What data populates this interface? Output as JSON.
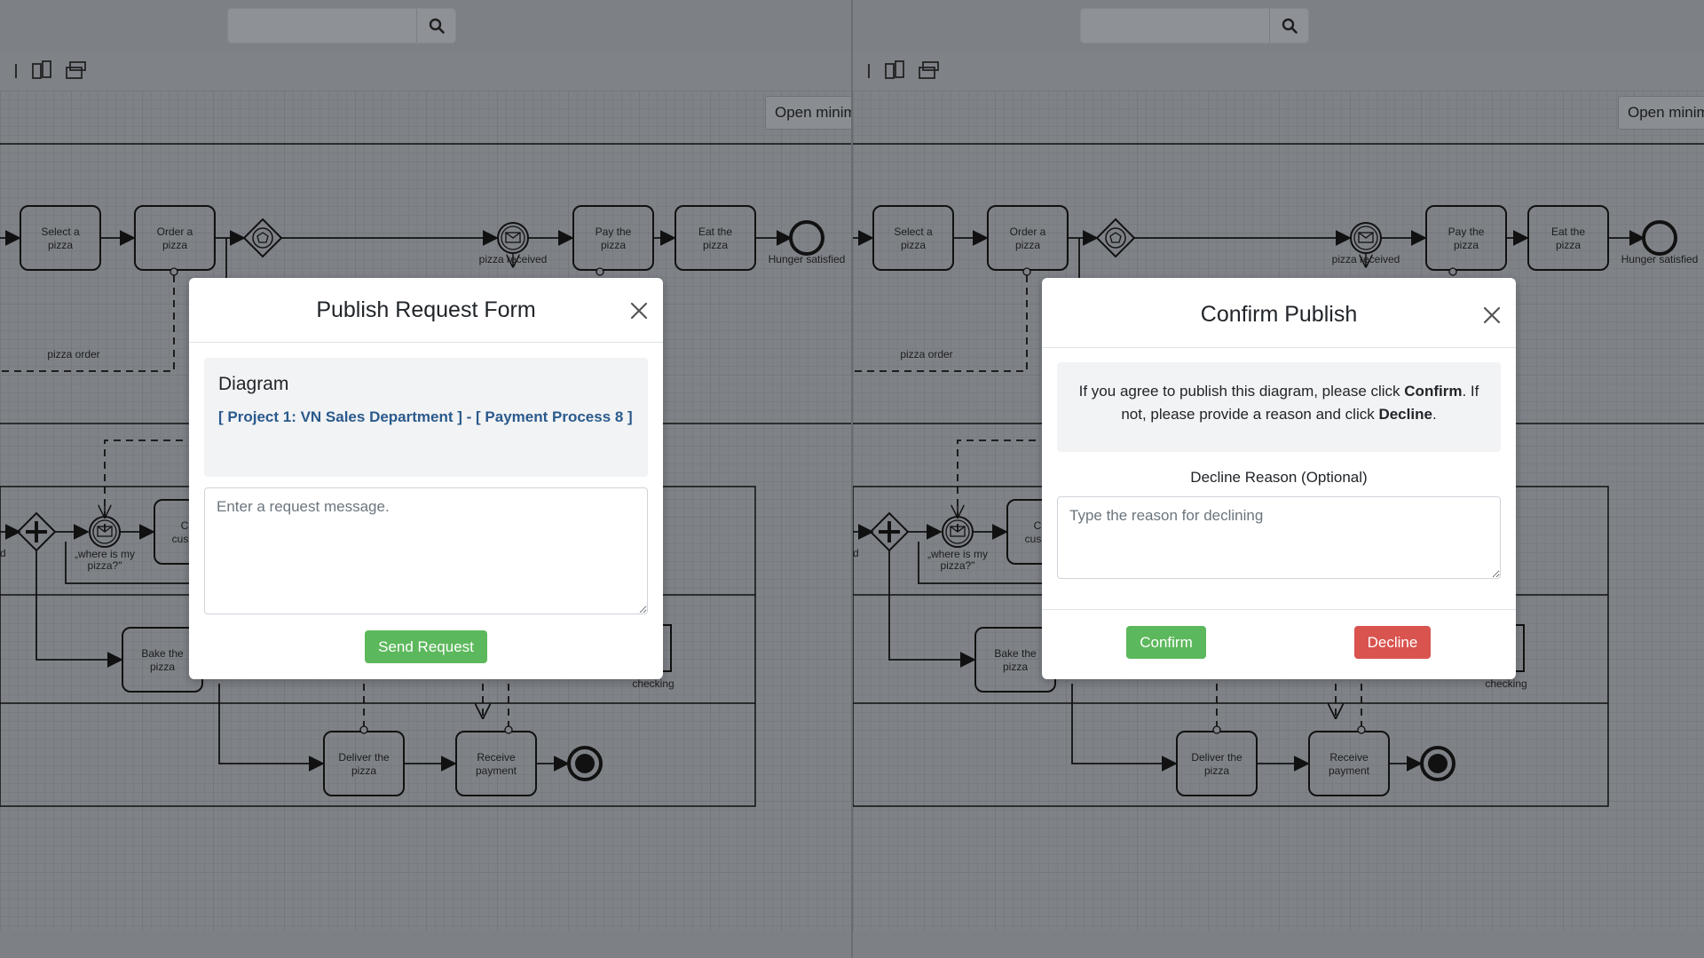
{
  "left_pane": {
    "search": {
      "placeholder": ""
    },
    "minimap_button": "Open minimap",
    "modal": {
      "title": "Publish Request Form",
      "section_title": "Diagram",
      "diagram_link": "[ Project 1: VN Sales Department ] - [ Payment Process 8 ]",
      "message_placeholder": "Enter a request message.",
      "send_button": "Send Request"
    }
  },
  "right_pane": {
    "search": {
      "placeholder": ""
    },
    "minimap_button": "Open minimap",
    "modal": {
      "title": "Confirm Publish",
      "message_part1": "If you agree to publish this diagram, please click ",
      "message_bold1": "Confirm",
      "message_part2": ". If not, please provide a reason and click ",
      "message_bold2": "Decline",
      "message_part3": ".",
      "reason_label": "Decline Reason (Optional)",
      "reason_placeholder": "Type the reason for declining",
      "confirm_button": "Confirm",
      "decline_button": "Decline"
    }
  },
  "diagram": {
    "tasks": {
      "select_pizza": [
        "Select a",
        "pizza"
      ],
      "order_pizza": [
        "Order a",
        "pizza"
      ],
      "pay_pizza": [
        "Pay the",
        "pizza"
      ],
      "eat_pizza": [
        "Eat the",
        "pizza"
      ],
      "bake_pizza": [
        "Bake the",
        "pizza"
      ],
      "deliver_pizza": [
        "Deliver the",
        "pizza"
      ],
      "receive_payment": [
        "Receive",
        "payment"
      ],
      "calm_customer": [
        "C",
        "cus"
      ]
    },
    "labels": {
      "pizza_received": "pizza received",
      "hunger_satisfied": "Hunger satisfied",
      "pizza_order": "pizza order",
      "where_is_pizza_1": "„where is my",
      "where_is_pizza_2": "pizza?\"",
      "checking": "checking",
      "ended": "d"
    }
  },
  "colors": {
    "overlay": "#7f8388",
    "link": "#2a5a8c",
    "green": "#5cb85c",
    "red": "#d9534f"
  }
}
